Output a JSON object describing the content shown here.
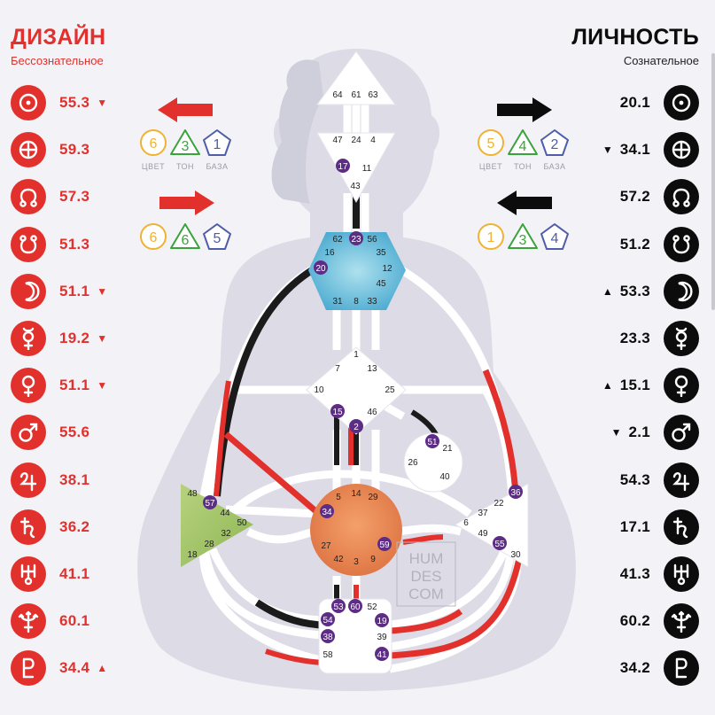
{
  "header": {
    "design_title": "ДИЗАЙН",
    "design_subtitle": "Бессознательное",
    "personality_title": "ЛИЧНОСТЬ",
    "personality_subtitle": "Сознательное"
  },
  "colors": {
    "design": "#e2312c",
    "personality": "#0c0c0c"
  },
  "design_planets": [
    {
      "icon": "sun-icon",
      "value": "55.3",
      "arrow": "▼"
    },
    {
      "icon": "earth-icon",
      "value": "59.3",
      "arrow": ""
    },
    {
      "icon": "north-node-icon",
      "value": "57.3",
      "arrow": ""
    },
    {
      "icon": "south-node-icon",
      "value": "51.3",
      "arrow": ""
    },
    {
      "icon": "moon-icon",
      "value": "51.1",
      "arrow": "▼"
    },
    {
      "icon": "mercury-icon",
      "value": "19.2",
      "arrow": "▼"
    },
    {
      "icon": "venus-icon",
      "value": "51.1",
      "arrow": "▼"
    },
    {
      "icon": "mars-icon",
      "value": "55.6",
      "arrow": ""
    },
    {
      "icon": "jupiter-icon",
      "value": "38.1",
      "arrow": ""
    },
    {
      "icon": "saturn-icon",
      "value": "36.2",
      "arrow": ""
    },
    {
      "icon": "uranus-icon",
      "value": "41.1",
      "arrow": ""
    },
    {
      "icon": "neptune-icon",
      "value": "60.1",
      "arrow": ""
    },
    {
      "icon": "pluto-icon",
      "value": "34.4",
      "arrow": "▲"
    }
  ],
  "personality_planets": [
    {
      "icon": "sun-icon",
      "value": "20.1",
      "arrow": ""
    },
    {
      "icon": "earth-icon",
      "value": "34.1",
      "arrow": "▼"
    },
    {
      "icon": "north-node-icon",
      "value": "57.2",
      "arrow": ""
    },
    {
      "icon": "south-node-icon",
      "value": "51.2",
      "arrow": ""
    },
    {
      "icon": "moon-icon",
      "value": "53.3",
      "arrow": "▲"
    },
    {
      "icon": "mercury-icon",
      "value": "23.3",
      "arrow": ""
    },
    {
      "icon": "venus-icon",
      "value": "15.1",
      "arrow": "▲"
    },
    {
      "icon": "mars-icon",
      "value": "2.1",
      "arrow": "▼"
    },
    {
      "icon": "jupiter-icon",
      "value": "54.3",
      "arrow": ""
    },
    {
      "icon": "saturn-icon",
      "value": "17.1",
      "arrow": ""
    },
    {
      "icon": "uranus-icon",
      "value": "41.3",
      "arrow": ""
    },
    {
      "icon": "neptune-icon",
      "value": "60.2",
      "arrow": ""
    },
    {
      "icon": "pluto-icon",
      "value": "34.2",
      "arrow": ""
    }
  ],
  "variables": {
    "labels": [
      "ЦВЕТ",
      "ТОН",
      "БАЗА"
    ],
    "design_top": {
      "arrow": "left",
      "color": "6",
      "tone": "3",
      "base": "1"
    },
    "design_bottom": {
      "arrow": "right",
      "color": "6",
      "tone": "6",
      "base": "5"
    },
    "personality_top": {
      "arrow": "right",
      "color": "5",
      "tone": "4",
      "base": "2"
    },
    "personality_bottom": {
      "arrow": "left",
      "color": "1",
      "tone": "3",
      "base": "4"
    },
    "shape_colors": {
      "color": "#f0b233",
      "tone": "#3aa43c",
      "base": "#4f5ea8"
    }
  },
  "bodygraph": {
    "head": [
      "64",
      "61",
      "63"
    ],
    "ajna": [
      "47",
      "24",
      "4",
      "17",
      "11",
      "43"
    ],
    "throat": [
      "62",
      "23",
      "56",
      "16",
      "35",
      "12",
      "20",
      "45",
      "31",
      "8",
      "33"
    ],
    "g_center": [
      "1",
      "7",
      "13",
      "10",
      "25",
      "15",
      "46",
      "2"
    ],
    "ego": [
      "51",
      "21",
      "26",
      "40"
    ],
    "spleen": [
      "48",
      "57",
      "44",
      "50",
      "32",
      "28",
      "18"
    ],
    "sacral": [
      "5",
      "14",
      "29",
      "34",
      "27",
      "59",
      "42",
      "3",
      "9"
    ],
    "solar_plexus": [
      "36",
      "22",
      "37",
      "6",
      "49",
      "55",
      "30"
    ],
    "root": [
      "53",
      "60",
      "52",
      "54",
      "19",
      "38",
      "39",
      "58",
      "41"
    ],
    "activated_gates": [
      "17",
      "23",
      "20",
      "15",
      "2",
      "51",
      "57",
      "34",
      "59",
      "36",
      "55",
      "53",
      "60",
      "54",
      "19",
      "38",
      "41"
    ],
    "watermark": [
      "HUM",
      "DES",
      "COM"
    ]
  }
}
